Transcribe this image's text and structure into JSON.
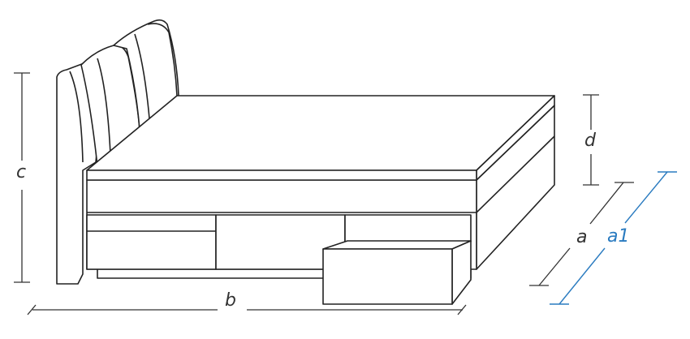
{
  "dimensions": {
    "a": "a",
    "a1": "a1",
    "b": "b",
    "c": "c",
    "d": "d"
  },
  "colors": {
    "line": "#222222",
    "highlight": "#2a7bc0"
  }
}
